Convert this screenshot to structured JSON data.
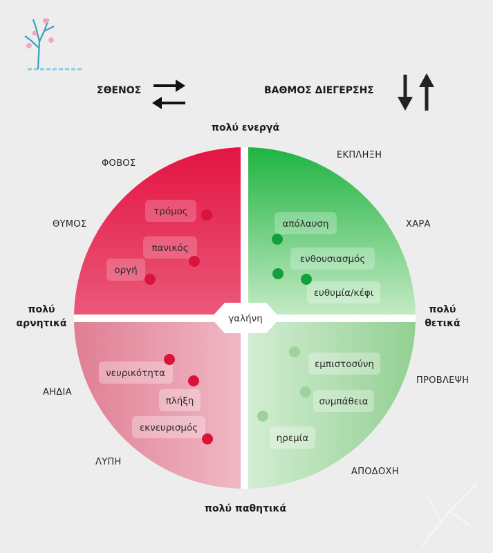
{
  "header": {
    "intensity_label": "ΣΘΕΝΟΣ",
    "arousal_label": "ΒΑΘΜΟΣ ΔΙΕΓΕΡΣΗΣ"
  },
  "axes": {
    "top": "πολύ ενεργά",
    "bottom": "πολύ παθητικά",
    "left_line1": "πολύ",
    "left_line2": "αρνητικά",
    "right_line1": "πολύ",
    "right_line2": "θετικά"
  },
  "emotions": {
    "fear": "ΦΟΒΟΣ",
    "anger": "ΘΥΜΟΣ",
    "anxiety": "ΑΗΔΙΑ",
    "sadness": "ΛΥΠΗ",
    "surprise": "ΕΚΠΛΗΞΗ",
    "joy": "ΧΑΡΑ",
    "anticipation": "ΠΡΟΒΛΕΨΗ",
    "acceptance": "ΑΠΟΔΟΧΗ"
  },
  "center_label": "γαλήνη",
  "feelings": {
    "tromos": "τρόμος",
    "panikos": "πανικός",
    "orgi": "οργή",
    "nevrikotita": "νευρικότητα",
    "plixi": "πλήξη",
    "eknevrismos": "εκνευρισμός",
    "apolafsi": "απόλαυση",
    "enthousiasmos": "ενθουσιασμός",
    "efthymia": "ευθυμία/κέφι",
    "empistosyni": "εμπιστοσύνη",
    "sympatheia": "συμπάθεια",
    "iremia": "ηρεμία"
  },
  "colors": {
    "negative_active": "#e01d4a",
    "positive_active": "#19b43a",
    "negative_passive": "#e2889a",
    "positive_passive": "#8fd08f",
    "red_dot": "#d9143a",
    "green_dot": "#13a03c",
    "light_green_dot": "#9cd39c"
  }
}
